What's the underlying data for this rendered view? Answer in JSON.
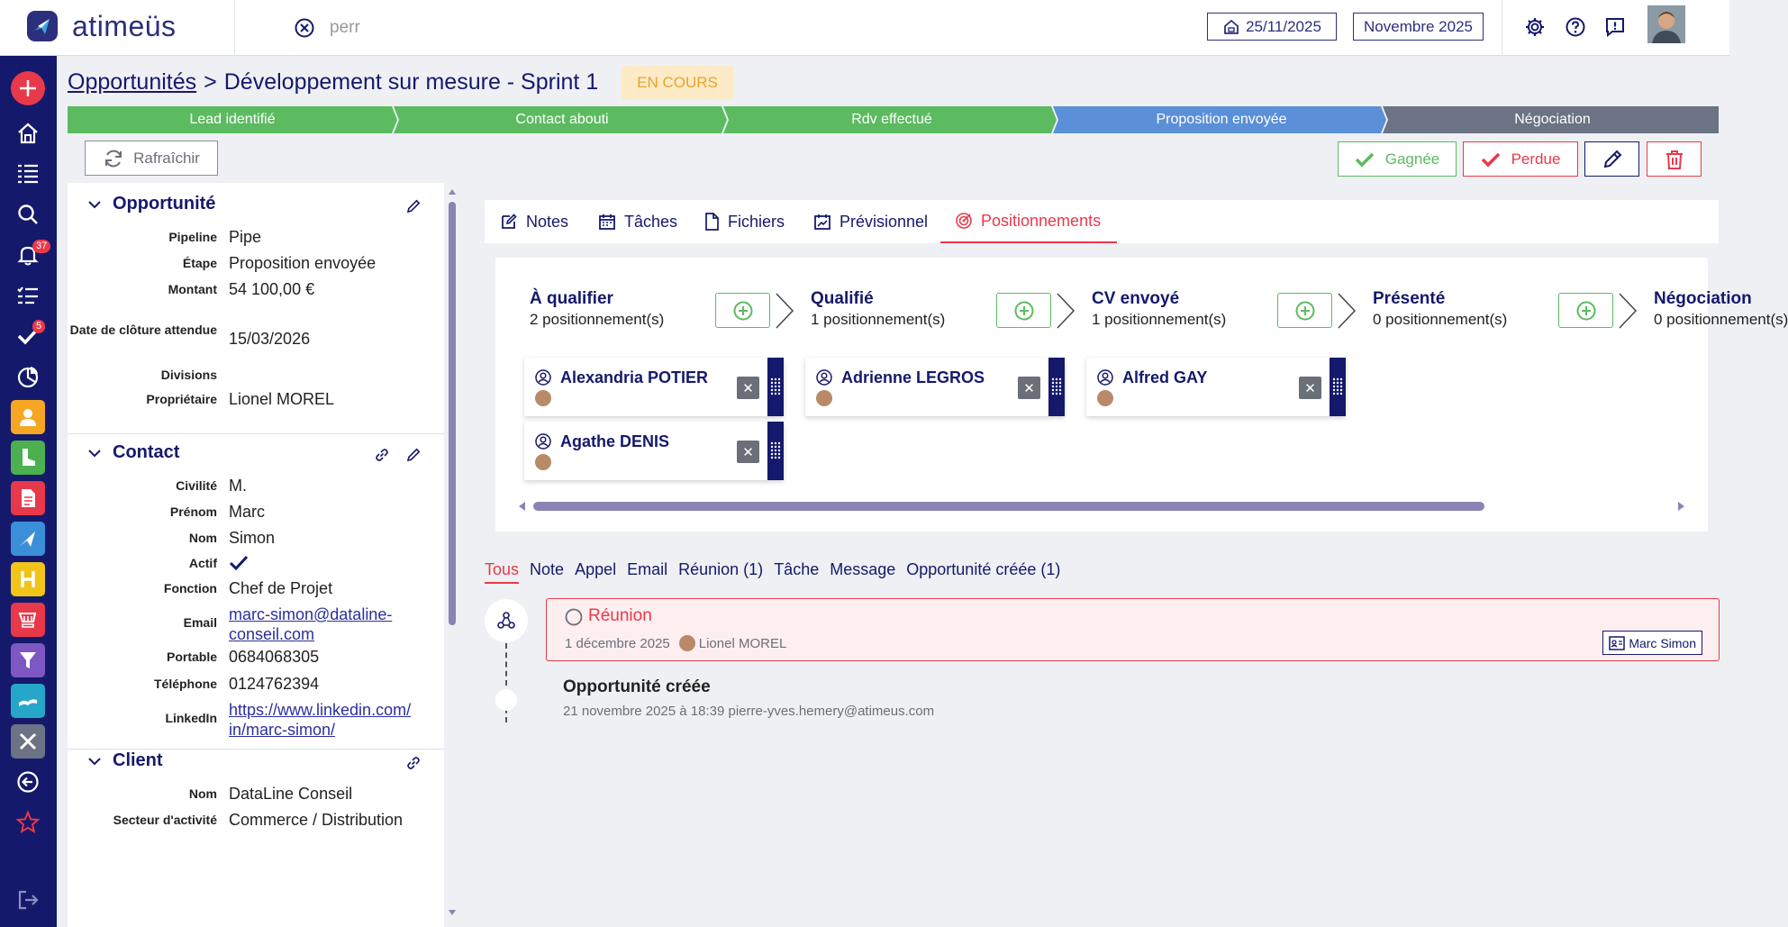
{
  "app": {
    "brand": "atimeüs"
  },
  "search": {
    "value": "perr"
  },
  "header": {
    "date": "25/11/2025",
    "period": "Novembre 2025"
  },
  "sidebar": {
    "notifications_count": "37",
    "tasks_count": "5"
  },
  "page": {
    "breadcrumb_link": "Opportunités",
    "separator": ">",
    "title": "Développement sur mesure - Sprint 1",
    "status": "EN COURS"
  },
  "stages": [
    {
      "label": "Lead identifié",
      "state": "done"
    },
    {
      "label": "Contact abouti",
      "state": "done"
    },
    {
      "label": "Rdv effectué",
      "state": "done"
    },
    {
      "label": "Proposition envoyée",
      "state": "current"
    },
    {
      "label": "Négociation",
      "state": "todo"
    }
  ],
  "toolbar": {
    "refresh": "Rafraîchir",
    "won": "Gagnée",
    "lost": "Perdue"
  },
  "opportunity": {
    "title": "Opportunité",
    "fields": [
      {
        "label": "Pipeline",
        "value": "Pipe"
      },
      {
        "label": "Étape",
        "value": "Proposition envoyée"
      },
      {
        "label": "Montant",
        "value": "54 100,00 €"
      },
      {
        "label": "Date de clôture attendue",
        "value": "15/03/2026"
      },
      {
        "label": "Divisions",
        "value": ""
      },
      {
        "label": "Propriétaire",
        "value": "Lionel MOREL"
      }
    ]
  },
  "contact": {
    "title": "Contact",
    "civilite_label": "Civilité",
    "civilite": "M.",
    "prenom_label": "Prénom",
    "prenom": "Marc",
    "nom_label": "Nom",
    "nom": "Simon",
    "actif_label": "Actif",
    "fonction_label": "Fonction",
    "fonction": "Chef de Projet",
    "email_label": "Email",
    "email_l1": "marc-simon@dataline-",
    "email_l2": "conseil.com",
    "portable_label": "Portable",
    "portable": "0684068305",
    "telephone_label": "Téléphone",
    "telephone": "0124762394",
    "linkedin_label": "LinkedIn",
    "linkedin_l1": "https://www.linkedin.com/",
    "linkedin_l2": "in/marc-simon/"
  },
  "client": {
    "title": "Client",
    "nom_label": "Nom",
    "nom": "DataLine Conseil",
    "secteur_label": "Secteur d'activité",
    "secteur": "Commerce / Distribution"
  },
  "tabs": [
    {
      "label": "Notes"
    },
    {
      "label": "Tâches"
    },
    {
      "label": "Fichiers"
    },
    {
      "label": "Prévisionnel"
    },
    {
      "label": "Positionnements"
    }
  ],
  "kanban": {
    "columns": [
      {
        "title": "À qualifier",
        "count": "2 positionnement(s)"
      },
      {
        "title": "Qualifié",
        "count": "1 positionnement(s)"
      },
      {
        "title": "CV envoyé",
        "count": "1 positionnement(s)"
      },
      {
        "title": "Présenté",
        "count": "0 positionnement(s)"
      },
      {
        "title": "Négociation",
        "count": "0 positionnement(s)"
      }
    ],
    "cards": [
      {
        "name": "Alexandria POTIER"
      },
      {
        "name": "Agathe DENIS"
      },
      {
        "name": "Adrienne LEGROS"
      },
      {
        "name": "Alfred GAY"
      }
    ],
    "remove_glyph": "✕"
  },
  "filters": [
    "Tous",
    "Note",
    "Appel",
    "Email",
    "Réunion (1)",
    "Tâche",
    "Message",
    "Opportunité créée (1)"
  ],
  "timeline": {
    "event": {
      "title": "Réunion",
      "date": "1 décembre 2025",
      "owner": "Lionel MOREL",
      "contact": "Marc Simon"
    },
    "created": {
      "title": "Opportunité créée",
      "meta": "21 novembre 2025 à 18:39 pierre-yves.hemery@atimeus.com"
    }
  },
  "colors": {
    "primary": "#15196b",
    "success": "#5cbb61",
    "current": "#5b8fd8",
    "todo": "#6b7384",
    "danger": "#e8394a",
    "warning": "#e8a32a"
  }
}
